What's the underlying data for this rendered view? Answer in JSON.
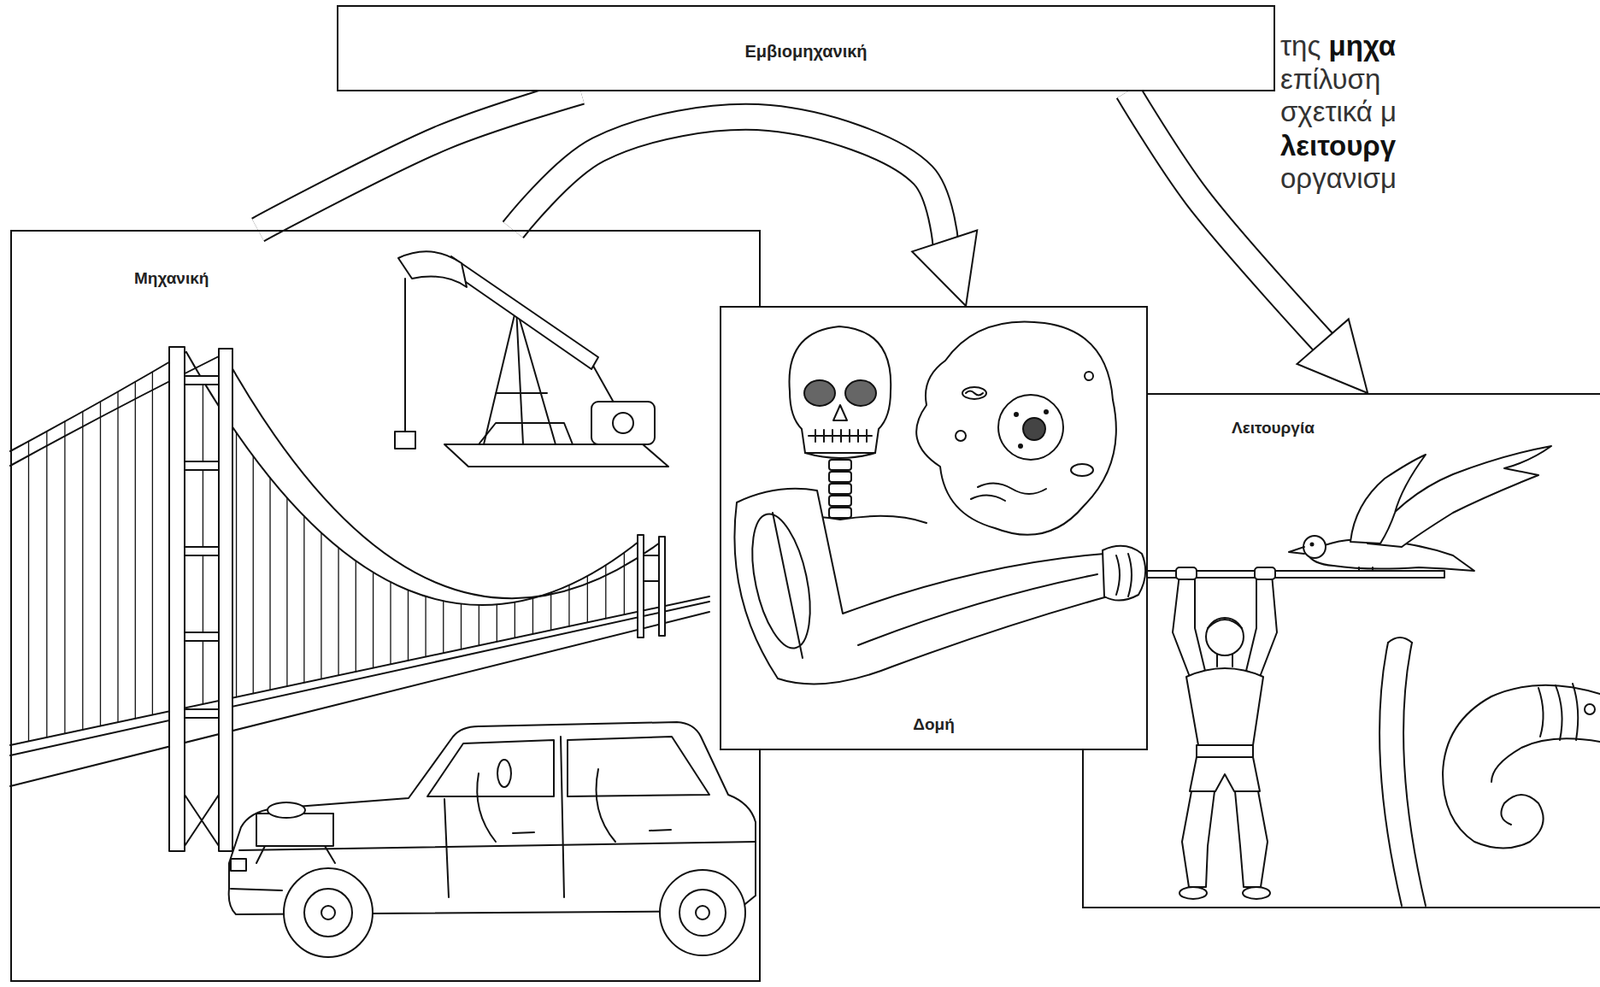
{
  "diagram": {
    "nodes": [
      {
        "text": [
          "Εμβιομηχανική"
        ]
      },
      {
        "text": [
          "Μηχανική"
        ]
      },
      {
        "text": [
          "Δομή"
        ]
      },
      {
        "text": [
          "Λειτουργία"
        ]
      }
    ],
    "edges": [
      {
        "from": 0,
        "to": 1,
        "arrow": "none"
      },
      {
        "from": 1,
        "to": 2,
        "arrow": "to"
      },
      {
        "from": 0,
        "to": 3,
        "arrow": "to"
      }
    ],
    "labels": [
      "της",
      "μηχα",
      "επίλυση",
      "σχετικά μ",
      "λειτουργ",
      "οργανισμ"
    ]
  }
}
